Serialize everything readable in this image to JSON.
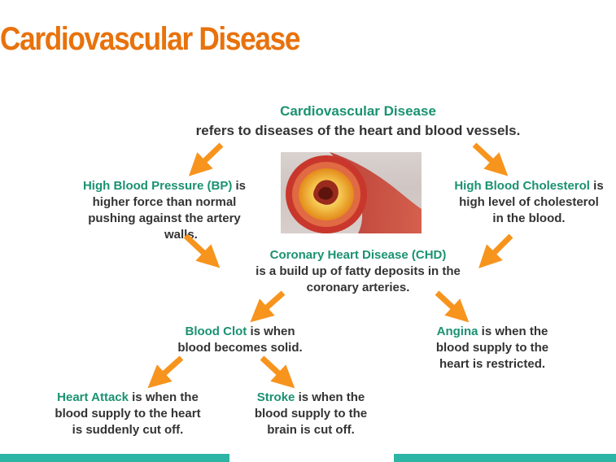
{
  "title": "Cardiovascular Disease",
  "definition": {
    "term": "Cardiovascular Disease",
    "text": "refers to diseases of the heart and blood vessels."
  },
  "high_bp": {
    "term": "High Blood Pressure (BP)",
    "after_term": " is",
    "line2": "higher force than normal",
    "line3": "pushing against the artery",
    "line4": "walls."
  },
  "high_chol": {
    "term": "High Blood Cholesterol",
    "after_term": " is",
    "line2": "high level of cholesterol",
    "line3": "in the blood."
  },
  "chd": {
    "term": "Coronary Heart Disease (CHD)",
    "line2": "is a build up of fatty deposits in the",
    "line3": "coronary arteries."
  },
  "blood_clot": {
    "term": "Blood Clot",
    "after_term": " is when",
    "line2": "blood becomes solid."
  },
  "angina": {
    "term": "Angina",
    "after_term": " is when the",
    "line2": "blood supply to the",
    "line3": "heart is restricted."
  },
  "heart_attack": {
    "term": "Heart Attack",
    "after_term": " is when the",
    "line2": "blood supply to the heart",
    "line3": "is suddenly cut off."
  },
  "stroke": {
    "term": "Stroke",
    "after_term": " is when the",
    "line2": "blood supply to the",
    "line3": "brain is cut off."
  },
  "colors": {
    "title": "#e8720c",
    "term": "#1a9270",
    "arrow": "#f7941d",
    "bottom_bar": "#2cb5a5"
  }
}
